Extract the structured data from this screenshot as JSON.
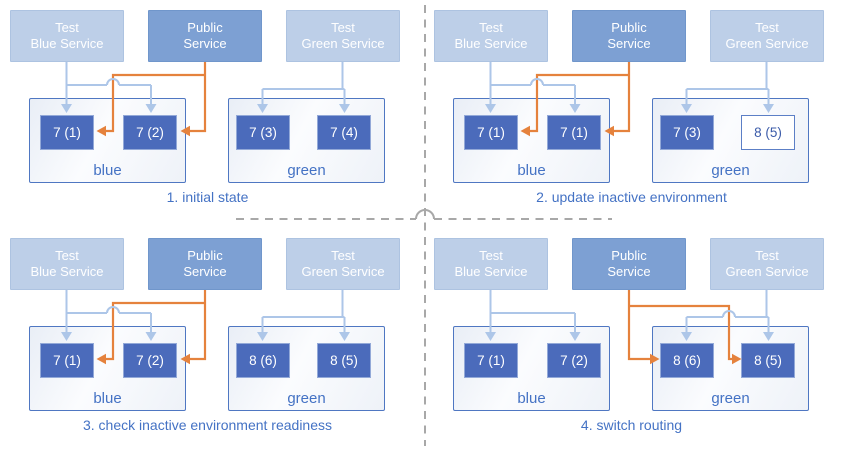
{
  "palette": {
    "accent_blue": "#4472c4",
    "pod_fill": "#4b6bbb",
    "light_service_fill": "#bdcfe8",
    "public_service_fill": "#7da0d3",
    "public_route_orange": "#e5823d",
    "test_route_blue": "#adc6e8",
    "divider_gray": "#a8a8a8"
  },
  "services": {
    "test_blue": {
      "line1": "Test",
      "line2": "Blue Service"
    },
    "public": {
      "line1": "Public",
      "line2": "Service"
    },
    "test_green": {
      "line1": "Test",
      "line2": "Green Service"
    }
  },
  "quadrants": [
    {
      "caption": "1. initial state",
      "public_routes_to": "blue",
      "blue_env": {
        "label": "blue",
        "pods": [
          {
            "label": "7 (1)",
            "outlined": false
          },
          {
            "label": "7 (2)",
            "outlined": false
          }
        ]
      },
      "green_env": {
        "label": "green",
        "pods": [
          {
            "label": "7 (3)",
            "outlined": false
          },
          {
            "label": "7 (4)",
            "outlined": false
          }
        ]
      }
    },
    {
      "caption": "2. update inactive environment",
      "public_routes_to": "blue",
      "blue_env": {
        "label": "blue",
        "pods": [
          {
            "label": "7 (1)",
            "outlined": false
          },
          {
            "label": "7 (1)",
            "outlined": false
          }
        ]
      },
      "green_env": {
        "label": "green",
        "pods": [
          {
            "label": "7 (3)",
            "outlined": false
          },
          {
            "label": "8 (5)",
            "outlined": true
          }
        ]
      }
    },
    {
      "caption": "3. check inactive environment readiness",
      "public_routes_to": "blue",
      "blue_env": {
        "label": "blue",
        "pods": [
          {
            "label": "7 (1)",
            "outlined": false
          },
          {
            "label": "7 (2)",
            "outlined": false
          }
        ]
      },
      "green_env": {
        "label": "green",
        "pods": [
          {
            "label": "8 (6)",
            "outlined": false
          },
          {
            "label": "8 (5)",
            "outlined": false
          }
        ]
      }
    },
    {
      "caption": "4. switch routing",
      "public_routes_to": "green",
      "blue_env": {
        "label": "blue",
        "pods": [
          {
            "label": "7 (1)",
            "outlined": false
          },
          {
            "label": "7 (2)",
            "outlined": false
          }
        ]
      },
      "green_env": {
        "label": "green",
        "pods": [
          {
            "label": "8 (6)",
            "outlined": false
          },
          {
            "label": "8 (5)",
            "outlined": false
          }
        ]
      }
    }
  ]
}
